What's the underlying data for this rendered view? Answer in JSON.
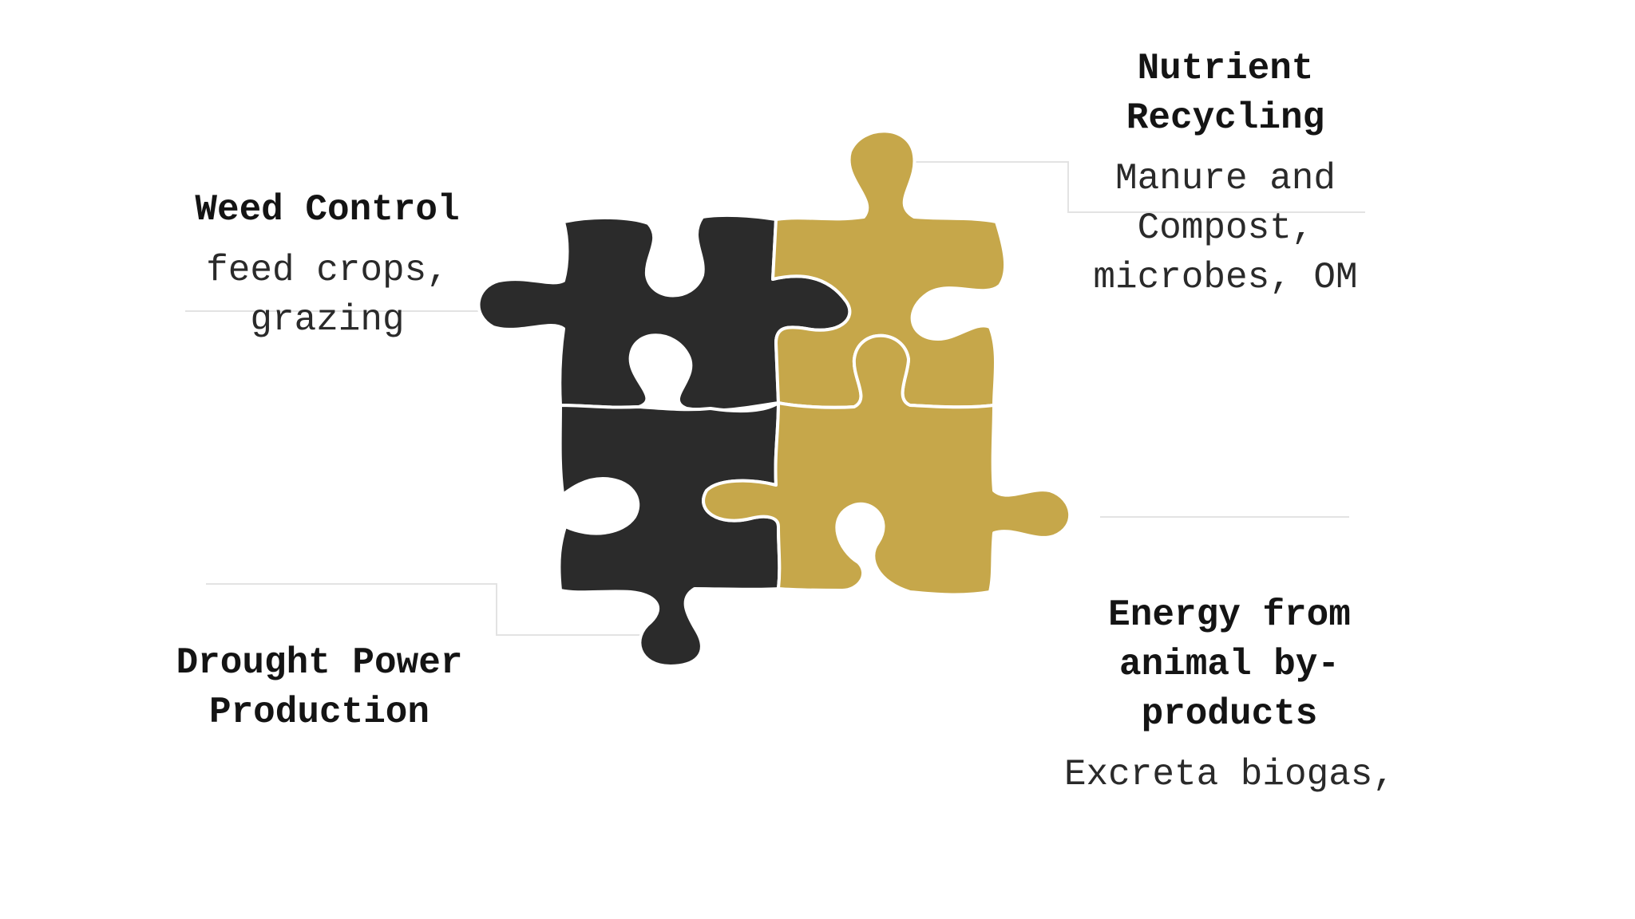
{
  "labels": {
    "weed_control": {
      "title": "Weed Control",
      "desc": "feed crops,\ngrazing"
    },
    "nutrient_recycling": {
      "title": "Nutrient\nRecycling",
      "desc": "Manure and\nCompost,\nmicrobes, OM"
    },
    "drought_power": {
      "title": "Drought Power\nProduction"
    },
    "energy": {
      "title": "Energy from\nanimal by-\nproducts",
      "desc": "Excreta biogas,"
    }
  },
  "colors": {
    "dark_piece": "#2b2b2b",
    "gold_piece": "#c6a74a",
    "outline": "#ffffff",
    "connector": "#e3e3e3"
  }
}
